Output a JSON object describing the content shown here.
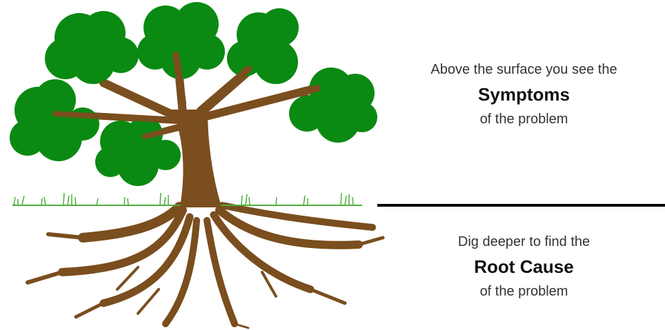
{
  "above": {
    "line1": "Above the surface you see the",
    "emphasis": "Symptoms",
    "line3": "of the problem"
  },
  "below": {
    "line1": "Dig deeper to find the",
    "emphasis": "Root Cause",
    "line3": "of the problem"
  },
  "colors": {
    "foliage": "#0a8a12",
    "foliage_dark": "#06700c",
    "trunk": "#7a4e1e",
    "grass": "#4caf3a",
    "divider": "#000000"
  }
}
